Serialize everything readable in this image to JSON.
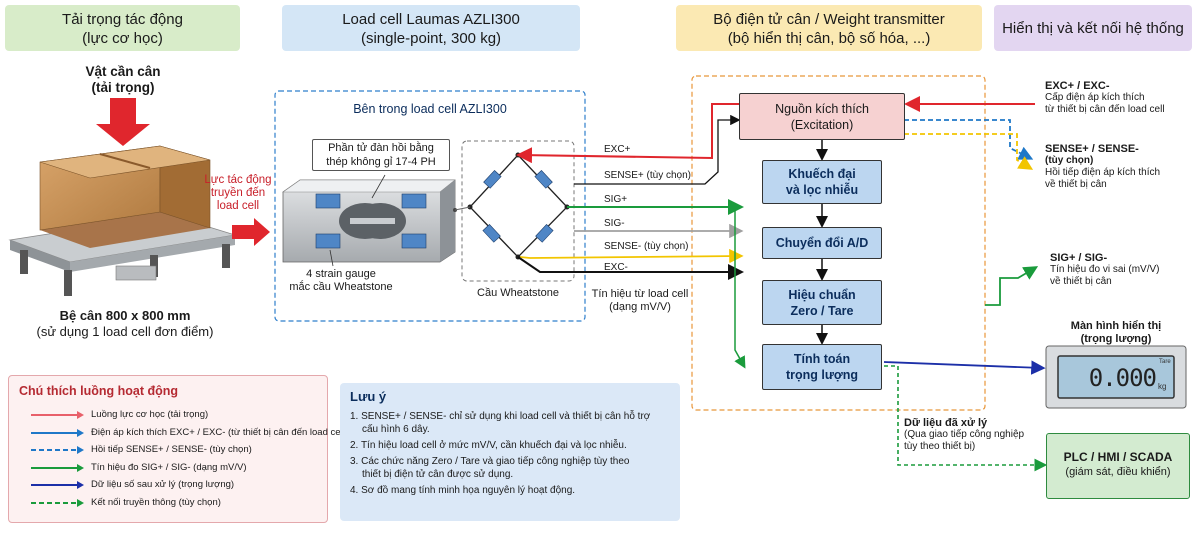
{
  "headers": {
    "load": {
      "line1": "Tải trọng tác động",
      "line2": "(lực cơ học)"
    },
    "loadcell": {
      "line1": "Load cell Laumas AZLI300",
      "line2": "(single-point, 300 kg)"
    },
    "transmitter": {
      "line1": "Bộ điện tử cân / Weight transmitter",
      "line2": "(bộ hiển thị cân, bộ số hóa, ...)"
    },
    "display": {
      "line1": "Hiển thị và kết nối hệ thống"
    }
  },
  "left": {
    "weight_label": {
      "line1": "Vật cần cân",
      "line2": "(tải trọng)"
    },
    "force_label": {
      "line1": "Lực tác động",
      "line2": "truyền đến",
      "line3": "load cell"
    },
    "platform_label": {
      "line1": "Bệ cân 800 x 800 mm",
      "line2": "(sử dụng 1 load cell đơn điểm)"
    }
  },
  "loadcell_panel": {
    "title": "Bên trong load cell AZLI300",
    "element_label": {
      "line1": "Phần tử đàn hồi bằng",
      "line2": "thép không gỉ 17-4 PH"
    },
    "gauge_label": {
      "line1": "4 strain gauge",
      "line2": "mắc cầu Wheatstone"
    },
    "bridge_label": "Cầu Wheatstone"
  },
  "wires": {
    "exc_plus": "EXC+",
    "sense_plus": "SENSE+ (tùy chọn)",
    "sig_plus": "SIG+",
    "sig_minus": "SIG-",
    "sense_minus": "SENSE- (tùy chọn)",
    "exc_minus": "EXC-",
    "signal_note": {
      "line1": "Tín hiệu từ load cell",
      "line2": "(dạng mV/V)"
    }
  },
  "blocks": {
    "excitation": {
      "line1": "Nguồn kích thích",
      "line2": "(Excitation)"
    },
    "amplifier": {
      "line1": "Khuếch đại",
      "line2": "và lọc nhiễu"
    },
    "adc": {
      "line1": "Chuyển đổi A/D"
    },
    "calibration": {
      "line1": "Hiệu chuẩn",
      "line2": "Zero / Tare"
    },
    "compute": {
      "line1": "Tính toán",
      "line2": "trọng lượng"
    }
  },
  "right": {
    "exc": {
      "title": "EXC+ / EXC-",
      "line1": "Cấp điện áp kích thích",
      "line2": "từ thiết bị cân đến load cell"
    },
    "sense": {
      "title": "SENSE+ / SENSE-",
      "line0": "(tùy chọn)",
      "line1": "Hồi tiếp điện áp kích thích",
      "line2": "về thiết bị cân"
    },
    "sig": {
      "title": "SIG+ / SIG-",
      "line1": "Tín hiệu đo vi sai (mV/V)",
      "line2": "về thiết bị cân"
    },
    "screen": {
      "title": {
        "line1": "Màn hình hiển thị",
        "line2": "(trọng lượng)"
      },
      "value": "0.000",
      "unit": "kg",
      "tag": "Tare"
    },
    "processed": {
      "title": "Dữ liệu đã xử lý",
      "line1": "(Qua giao tiếp công nghiệp",
      "line2": "tùy theo thiết bị)"
    },
    "plc": {
      "title": "PLC / HMI / SCADA",
      "line1": "(giám sát, điều khiển)"
    }
  },
  "legend": {
    "title": "Chú thích luồng hoạt động",
    "items": [
      {
        "label": "Luồng lực cơ học (tải trọng)",
        "color": "#e8606a",
        "style": "solid"
      },
      {
        "label": "Điện áp kích thích EXC+ / EXC- (từ thiết bị cân đến load cell)",
        "color": "#1f78c8",
        "style": "solid"
      },
      {
        "label": "Hồi tiếp SENSE+ / SENSE- (tùy chọn)",
        "color": "#1f78c8",
        "style": "dashed"
      },
      {
        "label": "Tín hiệu đo SIG+ / SIG- (dạng mV/V)",
        "color": "#1a9b3c",
        "style": "solid"
      },
      {
        "label": "Dữ liệu số sau xử lý (trọng lượng)",
        "color": "#1c2fa8",
        "style": "solid"
      },
      {
        "label": "Kết nối truyền thông (tùy chọn)",
        "color": "#1a9b3c",
        "style": "dashed"
      }
    ]
  },
  "notes": {
    "title": "Lưu ý",
    "items": [
      {
        "line1": "1. SENSE+ / SENSE- chỉ sử dụng khi load cell và thiết bị cân hỗ trợ",
        "line2": "cấu hình 6 dây."
      },
      {
        "line1": "2. Tín hiệu load cell ở mức mV/V, cần khuếch đại và lọc nhiễu.",
        "line2": ""
      },
      {
        "line1": "3. Các chức năng Zero / Tare và giao tiếp công nghiệp tùy theo",
        "line2": "thiết bị điện tử cân được sử dụng."
      },
      {
        "line1": "4. Sơ đồ mang tính minh họa nguyên lý hoạt động.",
        "line2": ""
      }
    ]
  },
  "colors": {
    "hdr_green": "#d8ecc9",
    "hdr_blue": "#d4e6f6",
    "hdr_yellow": "#fbe9b3",
    "hdr_purple": "#e3d6f1",
    "red": "#e0262d",
    "blue": "#1f78c8",
    "green": "#1a9b3c",
    "yellow": "#f2c500",
    "navy": "#1c2fa8",
    "orange": "#e8963a"
  }
}
